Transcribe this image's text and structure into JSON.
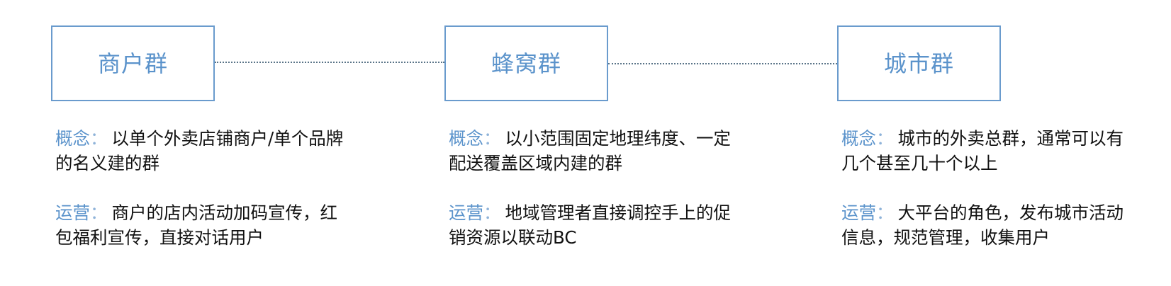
{
  "colors": {
    "accent": "#5b93cb",
    "border": "#6a9bcd",
    "connector": "#5a7488",
    "text": "#111111"
  },
  "nodes": [
    {
      "title": "商户群",
      "concept_label": "概念",
      "concept_text": "以单个外卖店铺商户/单个品牌的名义建的群",
      "operation_label": "运营",
      "operation_text": "商户的店内活动加码宣传，红包福利宣传，直接对话用户"
    },
    {
      "title": "蜂窝群",
      "concept_label": "概念",
      "concept_text": "以小范围固定地理纬度、一定配送覆盖区域内建的群",
      "operation_label": "运营",
      "operation_text": "地域管理者直接调控手上的促销资源以联动BC"
    },
    {
      "title": "城市群",
      "concept_label": "概念",
      "concept_text": "城市的外卖总群，通常可以有几个甚至几十个以上",
      "operation_label": "运营",
      "operation_text": "大平台的角色，发布城市活动信息，规范管理，收集用户"
    }
  ],
  "colon": "："
}
